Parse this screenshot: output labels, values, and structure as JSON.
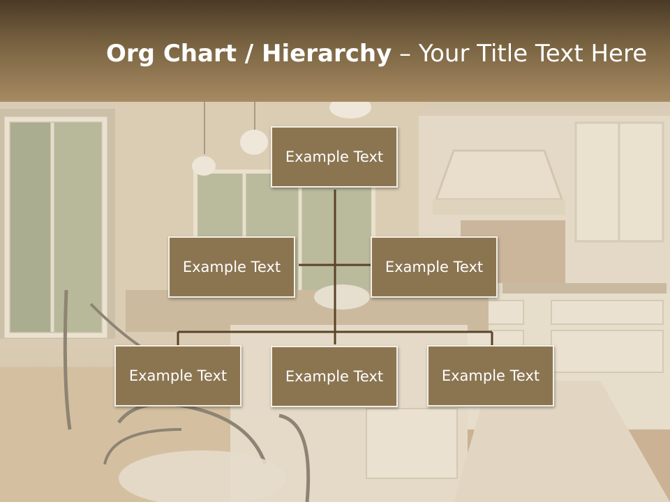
{
  "header": {
    "title_bold": "Org Chart / Hierarchy",
    "title_separator": " – ",
    "title_rest": "Your Title Text Here"
  },
  "org": {
    "top": "Example Text",
    "assistant_left": "Example Text",
    "assistant_right": "Example Text",
    "child_1": "Example Text",
    "child_2": "Example Text",
    "child_3": "Example Text"
  },
  "colors": {
    "box_fill": "#8b7551",
    "box_border": "#f4efe4",
    "connector": "#5a4327",
    "header_dark": "#4a3a26",
    "header_light": "#a68a62"
  }
}
